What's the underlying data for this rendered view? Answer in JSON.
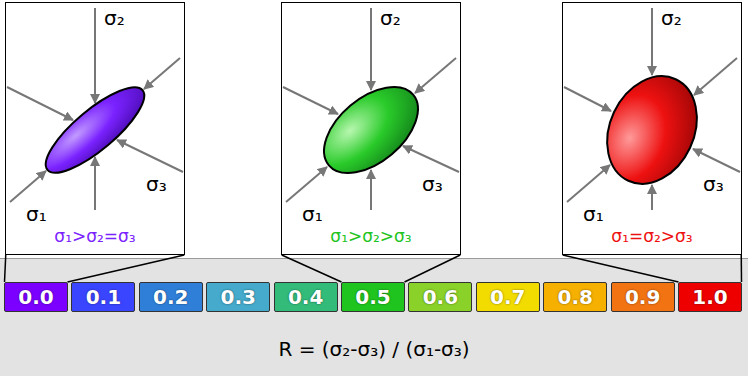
{
  "diagram": {
    "nodes": [
      {
        "text": [
          "σ₂",
          "σ₃",
          "σ₁",
          "σ₁>σ₂=σ₃"
        ]
      },
      {
        "text": [
          "σ₂",
          "σ₃",
          "σ₁",
          "σ₁>σ₂>σ₃"
        ]
      },
      {
        "text": [
          "σ₂",
          "σ₃",
          "σ₁",
          "σ₁=σ₂>σ₃"
        ]
      },
      {
        "text": [
          "R = (σ₂-σ₃) / (σ₁-σ₃)"
        ]
      },
      {
        "text": [
          "0.0"
        ],
        "in": 3
      },
      {
        "text": [
          "0.1"
        ],
        "in": 3
      },
      {
        "text": [
          "0.2"
        ],
        "in": 3
      },
      {
        "text": [
          "0.3"
        ],
        "in": 3
      },
      {
        "text": [
          "0.4"
        ],
        "in": 3
      },
      {
        "text": [
          "0.5"
        ],
        "in": 3
      },
      {
        "text": [
          "0.6"
        ],
        "in": 3
      },
      {
        "text": [
          "0.7"
        ],
        "in": 3
      },
      {
        "text": [
          "0.8"
        ],
        "in": 3
      },
      {
        "text": [
          "0.9"
        ],
        "in": 3
      },
      {
        "text": [
          "1.0"
        ],
        "in": 3
      }
    ],
    "edges": [
      {
        "from": 0,
        "to": 4,
        "arrow": "none"
      },
      {
        "from": 1,
        "to": 9,
        "arrow": "none"
      },
      {
        "from": 2,
        "to": 14,
        "arrow": "none"
      }
    ]
  }
}
